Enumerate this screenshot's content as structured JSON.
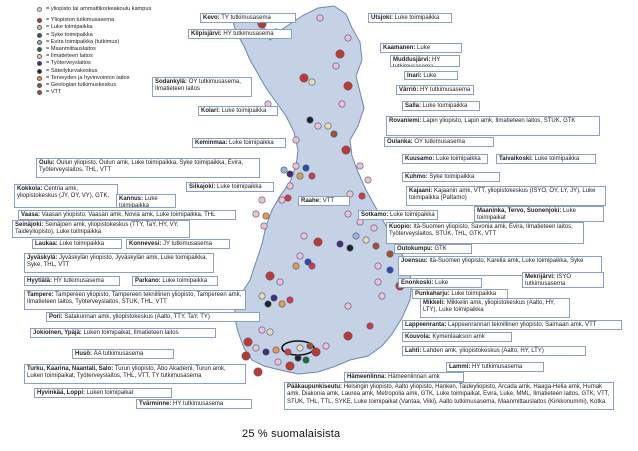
{
  "legend": {
    "heading": "= yliopisto tai ammattikorkeakoulu kampus",
    "heading_color": "#cfd8e6",
    "items": [
      {
        "text": "= Yliopiston tutkimusasema",
        "color": "#c0392b"
      },
      {
        "text": "= Luke toimipaikka",
        "color": "#f0c0d0"
      },
      {
        "text": "= Syke toimipaikka",
        "color": "#2c4aa8"
      },
      {
        "text": "= Evira toimipaikka (tutkimus)",
        "color": "#9ab3d8"
      },
      {
        "text": "= Maanmittauslaitos",
        "color": "#1f6b2e"
      },
      {
        "text": "= Ilmatieteen laitos",
        "color": "#e9ddb0"
      },
      {
        "text": "= Työterveyslaitos",
        "color": "#4a2a78"
      },
      {
        "text": "= Säteilyturvakeskus",
        "color": "#222222"
      },
      {
        "text": "= Terveyden ja hyvinvoinnin laitos",
        "color": "#e89a48"
      },
      {
        "text": "= Geologian tutkimuskeskus",
        "color": "#a0522d"
      },
      {
        "text": "= VTT",
        "color": "#d63b3b"
      }
    ]
  },
  "colors": {
    "land": "#c5d2e6",
    "land_stroke": "#6b87b5",
    "label_border": "#8aa0c8",
    "highlight": "#111111"
  },
  "labels": [
    {
      "id": "kevo",
      "place": "Kevo:",
      "text": "TY tutkimusasema"
    },
    {
      "id": "utsjoki",
      "place": "Utsjoki:",
      "text": "Luke toimipaikka"
    },
    {
      "id": "kilpisjarvi",
      "place": "Kilpisjärvi:",
      "text": "HY tutkimusasema"
    },
    {
      "id": "kaamanen",
      "place": "Kaamanen:",
      "text": "Luke toimipaikka"
    },
    {
      "id": "muddusjarvi",
      "place": "Muddusjärvi:",
      "text": "HY tutkimusasema"
    },
    {
      "id": "inari",
      "place": "Inari:",
      "text": "Luke toimipaikka"
    },
    {
      "id": "sodankyla",
      "place": "Sodankylä:",
      "text": "OY tutkimusasema, Ilmatieteen laitos"
    },
    {
      "id": "varrio",
      "place": "Värriö:",
      "text": "HY tutkimusasema"
    },
    {
      "id": "kolari",
      "place": "Kolari:",
      "text": "Luke toimipaikka"
    },
    {
      "id": "salla",
      "place": "Salla:",
      "text": "Luke toimipaikka"
    },
    {
      "id": "rovaniemi",
      "place": "Rovaniemi:",
      "text": "Lapin yliopisto, Lapin amk, Ilmatieteen laitos, STUK, GTK"
    },
    {
      "id": "kemi",
      "place": "Keminmaa:",
      "text": "Luke toimipaikka"
    },
    {
      "id": "oulanka",
      "place": "Oulanka:",
      "text": "OY tutkimusasema"
    },
    {
      "id": "oulu",
      "place": "Oulu:",
      "text": "Oulun yliopisto, Oulun amk, Luke toimipaikka, Syke toimipaikka, Evira, Työterveyslaitos, THL, VTT"
    },
    {
      "id": "kuusamo",
      "place": "Kuusamo:",
      "text": "Luke toimipaikka"
    },
    {
      "id": "taivalkoski",
      "place": "Taivalkoski:",
      "text": "Luke toimipaikka"
    },
    {
      "id": "kuhmo",
      "place": "Kuhmo:",
      "text": "Syke toimipaikka"
    },
    {
      "id": "siikajoki",
      "place": "Siikajoki:",
      "text": "Luke toimipaikka"
    },
    {
      "id": "kokkola",
      "place": "Kokkola:",
      "text": "Centria amk, yliopistokeskus (JY, OY, VY), GTK,"
    },
    {
      "id": "kannus",
      "place": "Kannus:",
      "text": "Luke toimipaikka"
    },
    {
      "id": "raahe",
      "place": "Raahe:",
      "text": "VTT"
    },
    {
      "id": "kajaani",
      "place": "Kajaani:",
      "text": "Kajaanin amk, VTT, yliopistokeskus (ISYO, OY, LY, JY), Luke toimipaikka (Paltamo)"
    },
    {
      "id": "vaasa",
      "place": "Vaasa:",
      "text": "Vaasan yliopisto, Vaasan amk, Novia amk, Luke toimipaikka, THL"
    },
    {
      "id": "seinajoki",
      "place": "Seinäjoki:",
      "text": "Seinäjoen amk, yliopistokeskus (TTY, TaY, HY, VY, Taideyliopisto), Luke toimipaikka"
    },
    {
      "id": "sotkamo",
      "place": "Sotkamo:",
      "text": "Luke toimipaikka"
    },
    {
      "id": "maaninka",
      "place": "Maaninka, Tervo, Suonenjoki:",
      "text": "Luke toimipaikat"
    },
    {
      "id": "kuopio",
      "place": "Kuopio:",
      "text": "Itä-Suomen yliopisto, Savonia amk, Evira, Ilmatieteen laitos, Työterveyslaitos, STUK, THL, GTK, VTT"
    },
    {
      "id": "laukaa",
      "place": "Laukaa:",
      "text": "Luke toimipaikka"
    },
    {
      "id": "konnevesi",
      "place": "Konnevesi:",
      "text": "JY tutkimusasema"
    },
    {
      "id": "outokumpu",
      "place": "Outokumpu:",
      "text": "GTK"
    },
    {
      "id": "jyvaskyla",
      "place": "Jyväskylä:",
      "text": "Jyväskylän yliopisto, Jyväskylän amk, Luke toimipaikka, Syke, THL, VTT"
    },
    {
      "id": "joensuu",
      "place": "Joensuu:",
      "text": "Itä-Suomen yliopisto, Karelia amk, Luke toimipaikka, Syke"
    },
    {
      "id": "hyytiala",
      "place": "Hyytiälä:",
      "text": "HY tutkimusasema"
    },
    {
      "id": "parkano",
      "place": "Parkano:",
      "text": "Luke toimipaikka"
    },
    {
      "id": "enonkoski",
      "place": "Enonkoski:",
      "text": "Luke toimipaikka"
    },
    {
      "id": "mekrijarvi",
      "place": "Mekrijärvi:",
      "text": "ISYO tutkimusasema"
    },
    {
      "id": "tampere",
      "place": "Tampere:",
      "text": "Tampereen yliopisto, Tampereen teknillinen yliopisto, Tampereen amk, Ilmatieteen laitos, Työterveyslaitos, STUK, THL, VTT"
    },
    {
      "id": "punkaharju",
      "place": "Punkaharju:",
      "text": "Luke toimipaikka"
    },
    {
      "id": "mikkeli",
      "place": "Mikkeli:",
      "text": "Mikkelin amk, yliopistokeskus (Aalto, HY, LTY), Luke toimipaikka"
    },
    {
      "id": "pori",
      "place": "Pori:",
      "text": "Satakunnan amk, yliopistokeskus (Aalto, TTY, TaY, TY)"
    },
    {
      "id": "jokioinen",
      "place": "Jokioinen, Ypäjä:",
      "text": "Luken toimipaikat, Ilmatieteen laitos"
    },
    {
      "id": "lappeenranta",
      "place": "Lappeenranta:",
      "text": "Lappeenrannan teknillinen yliopisto, Saimaan amk, VTT"
    },
    {
      "id": "kouvola",
      "place": "Kouvola:",
      "text": "Kymenlaakson amk"
    },
    {
      "id": "lahti",
      "place": "Lahti:",
      "text": "Lahden amk, yliopistokeskus (Aalto, HY, LTY)"
    },
    {
      "id": "husa",
      "place": "Husö:",
      "text": "ÅA tutkimusasema"
    },
    {
      "id": "lammi",
      "place": "Lammi:",
      "text": "HY tutkimusasema"
    },
    {
      "id": "turku",
      "place": "Turku, Kaarina, Naantali, Salo:",
      "text": "Turun yliopisto, Åbo Akademi, Turun amk, Luken toimipaikat, Työterveyslaitos, THL, VTT, TY tutkimusasema"
    },
    {
      "id": "hameenlinna",
      "place": "Hämeenlinna:",
      "text": "Hämeenlinnan amk"
    },
    {
      "id": "hyvinkaa",
      "place": "Hyvinkää, Loppi:",
      "text": "Luken toimipaikat"
    },
    {
      "id": "paakaupunkiseutu",
      "place": "Pääkaupunkiseutu:",
      "text": "Helsingin yliopisto, Aalto yliopisto, Hanken, Taideyliopisto, Arcada amk, Haaga-Helia amk, Humak amk, Diakonia amk, Laurea amk, Metropolia amk, GTK, Luke toimipaikat, Evira, Luke, MML, Ilmatieteen laitos, GTK, VTT, STUK, THL, TTL, SYKE, Luke toimipaikat (Vantaa, Viiki), Aalto tutkimusasema, Maanmittauslaitos (Kirkkonummi), Kotka"
    },
    {
      "id": "tvarminne",
      "place": "Tvärminne:",
      "text": "HY tutkimusasema"
    }
  ],
  "footer": {
    "share_text": "25 % suomalaisista"
  }
}
